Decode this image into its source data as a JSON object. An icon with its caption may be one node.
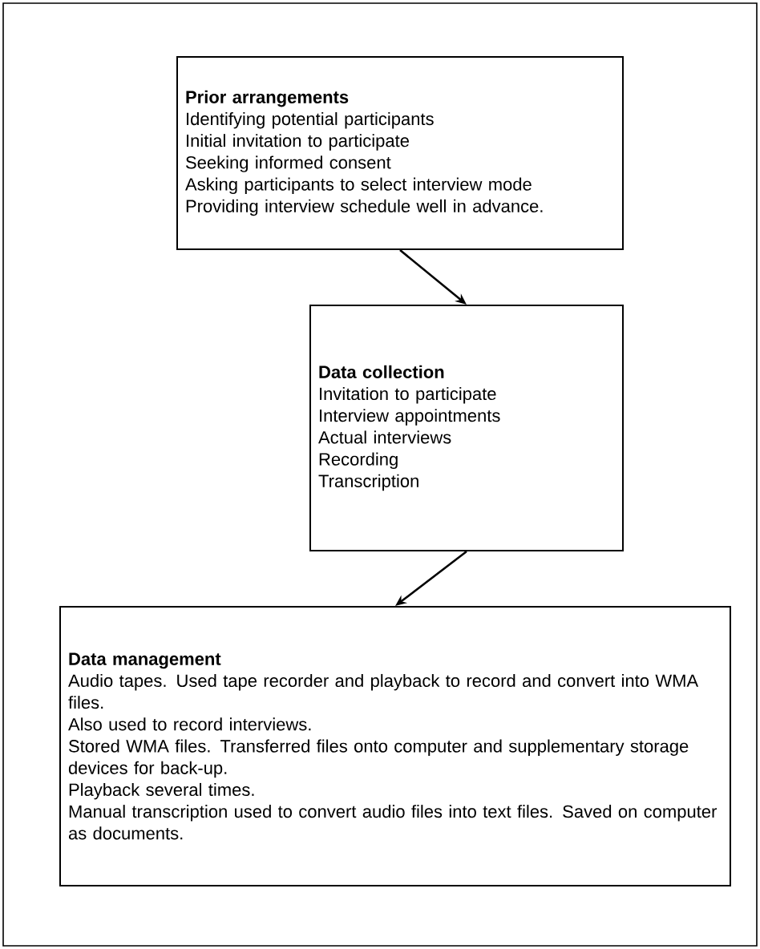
{
  "diagram": {
    "nodes": [
      {
        "text": [
          "Prior arrangements",
          "Identifying potential participants",
          "Initial invitation to participate",
          "Seeking informed consent",
          "Asking participants to select interview mode",
          "Providing interview schedule well in advance."
        ]
      },
      {
        "text": [
          "Data collection",
          "Invitation to participate",
          "Interview appointments",
          "Actual interviews",
          "Recording",
          "Transcription"
        ]
      },
      {
        "text": [
          "Data management",
          "Audio tapes. Used tape recorder and playback to record and convert into WMA files.",
          "Also used to record interviews.",
          "Stored WMA files. Transferred files onto computer and supplementary storage devices for back-up.",
          "Playback several times.",
          "Manual transcription used to convert audio files into text files. Saved on computer as documents."
        ]
      }
    ],
    "edges": [
      {
        "from": 0,
        "to": 1,
        "arrow": "to"
      },
      {
        "from": 1,
        "to": 2,
        "arrow": "to"
      }
    ]
  }
}
